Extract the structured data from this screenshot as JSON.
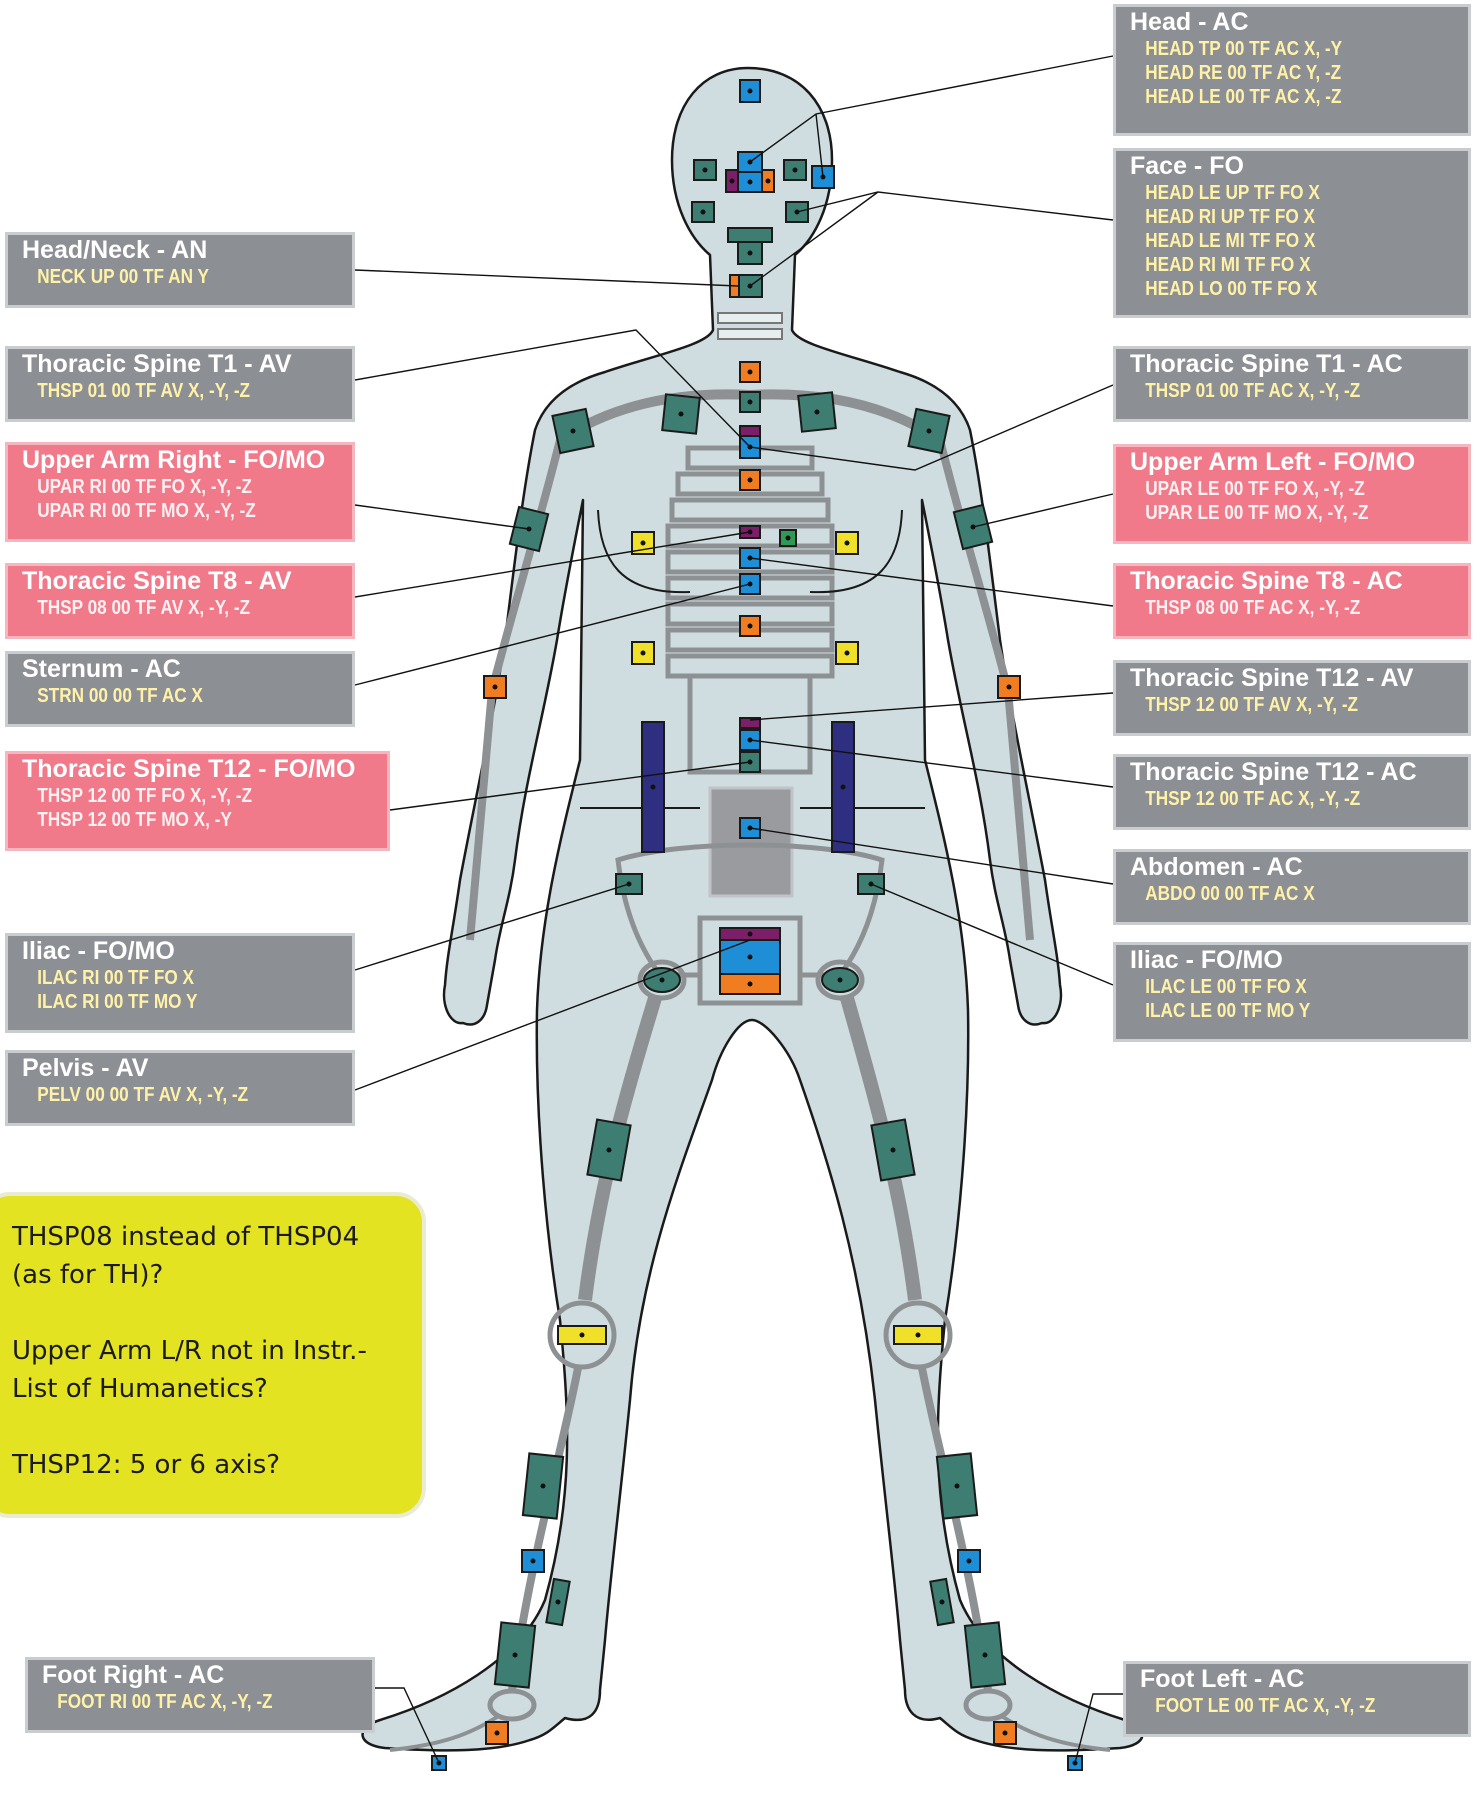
{
  "labels": {
    "head": {
      "title": "Head - AC",
      "codes": [
        "HEAD  TP  00  TF  AC X, -Y",
        "HEAD  RE  00  TF  AC Y, -Z",
        "HEAD  LE  00  TF  AC X, -Z"
      ],
      "color": "#8c8f94"
    },
    "face": {
      "title": "Face - FO",
      "codes": [
        "HEAD  LE UP TF  FO X",
        "HEAD  RI  UP TF  FO X",
        "HEAD  LE MI  TF  FO X",
        "HEAD  RI  MI  TF  FO X",
        "HEAD  LO 00  TF  FO X"
      ],
      "color": "#8c8f94"
    },
    "head_neck": {
      "title": "Head/Neck - AN",
      "codes": [
        "NECK UP 00 TF AN Y"
      ],
      "color": "#8c8f94"
    },
    "thsp_t1_av": {
      "title": "Thoracic Spine T1 - AV",
      "codes": [
        "THSP 01 00 TF AV X, -Y, -Z"
      ],
      "color": "#8c8f94"
    },
    "thsp_t1_ac": {
      "title": "Thoracic Spine T1 - AC",
      "codes": [
        "THSP 01 00 TF AC X, -Y, -Z"
      ],
      "color": "#8c8f94"
    },
    "upper_arm_right": {
      "title": "Upper Arm Right - FO/MO",
      "codes": [
        "UPAR RI 00 TF FO X, -Y, -Z",
        "UPAR RI 00 TF MO X, -Y, -Z"
      ],
      "color": "#f07a8a"
    },
    "upper_arm_left": {
      "title": "Upper Arm Left - FO/MO",
      "codes": [
        "UPAR LE 00 TF FO  X, -Y, -Z",
        "UPAR LE 00 TF MO X, -Y, -Z"
      ],
      "color": "#f07a8a"
    },
    "thsp_t8_av": {
      "title": "Thoracic Spine T8 - AV",
      "codes": [
        "THSP 08 00 TF AV X, -Y, -Z"
      ],
      "color": "#f07a8a"
    },
    "thsp_t8_ac": {
      "title": "Thoracic Spine T8 - AC",
      "codes": [
        "THSP 08 00 TF AC X, -Y, -Z"
      ],
      "color": "#f07a8a"
    },
    "sternum": {
      "title": "Sternum - AC",
      "codes": [
        "STRN 00 00 TF AC X"
      ],
      "color": "#8c8f94"
    },
    "thsp_t12_av": {
      "title": "Thoracic Spine T12 - AV",
      "codes": [
        "THSP 12 00 TF AV X, -Y, -Z"
      ],
      "color": "#8c8f94"
    },
    "thsp_t12_fomo": {
      "title": "Thoracic Spine T12 - FO/MO",
      "codes": [
        "THSP 12 00 TF FO  X, -Y, -Z",
        "THSP 12 00 TF MO X, -Y"
      ],
      "color": "#f07a8a"
    },
    "thsp_t12_ac": {
      "title": "Thoracic Spine T12 - AC",
      "codes": [
        "THSP 12 00 TF AC X, -Y, -Z"
      ],
      "color": "#8c8f94"
    },
    "abdomen": {
      "title": "Abdomen - AC",
      "codes": [
        "ABDO 00 00 TF AC X"
      ],
      "color": "#8c8f94"
    },
    "iliac_right": {
      "title": "Iliac  - FO/MO",
      "codes": [
        "ILAC RI 00 TF  FO  X",
        "ILAC RI 00 TF  MO Y"
      ],
      "color": "#8c8f94"
    },
    "iliac_left": {
      "title": "Iliac  - FO/MO",
      "codes": [
        "ILAC LE 00 TF  FO  X",
        "ILAC LE 00 TF  MO Y"
      ],
      "color": "#8c8f94"
    },
    "pelvis": {
      "title": "Pelvis - AV",
      "codes": [
        "PELV 00 00 TF AV X, -Y, -Z"
      ],
      "color": "#8c8f94"
    },
    "foot_right": {
      "title": "Foot Right - AC",
      "codes": [
        "FOOT  RI 00 TF AC  X, -Y, -Z"
      ],
      "color": "#8c8f94"
    },
    "foot_left": {
      "title": "Foot Left - AC",
      "codes": [
        "FOOT  LE 00  TF  AC  X, -Y, -Z"
      ],
      "color": "#8c8f94"
    }
  },
  "note": [
    "THSP08 instead of THSP04 (as for TH)?",
    "Upper Arm L/R not in Instr.-List of Humanetics?",
    "THSP12: 5 or 6 axis?"
  ],
  "colors": {
    "body_fill": "#cfdde0",
    "body_outline": "#1a1a1a",
    "skeleton": "#8e9194",
    "load_cell": "#3d7d72",
    "accelerometer": "#1e8fd6",
    "angular_velocity": "#f07d22",
    "tilt": "#7c1e68",
    "chest_sensor": "#f0e02a",
    "belt_sensor": "#2e2f80",
    "label_gray": "#8c8f94",
    "label_pink": "#f07a8a",
    "note_yellow": "#e3e322"
  }
}
